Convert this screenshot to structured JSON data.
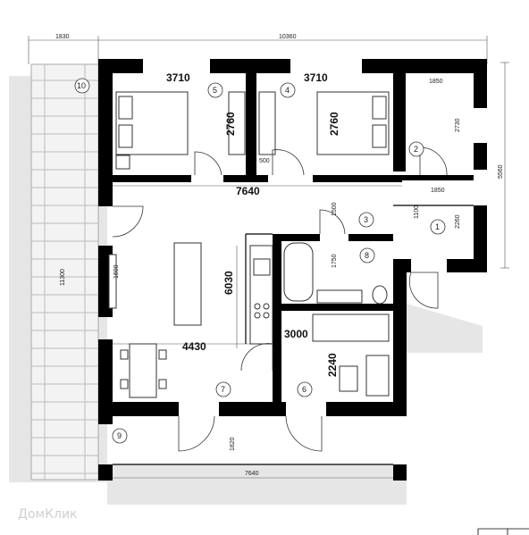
{
  "plan": {
    "overall_dims": {
      "left": "1830",
      "top": "10360",
      "right": "5560",
      "bottom": "7640",
      "left_side": "11300"
    },
    "big_dims": {
      "room5_width": "3710",
      "room4_width": "3710",
      "room5_height": "2760",
      "room4_height": "2760",
      "corridor_width": "7640",
      "living_height": "6030",
      "living_width": "4430",
      "room6_width": "3000",
      "room6_height": "2240"
    },
    "small_dims": {
      "r2_w": "1850",
      "r2_h": "2730",
      "r1_w": "1850",
      "r1_h1": "1100",
      "r1_h2": "2260",
      "door_500": "500",
      "d1500": "1500",
      "d1750": "1750",
      "terrace_1600": "1600",
      "porch_1820": "1820"
    },
    "room_numbers": [
      "1",
      "2",
      "3",
      "4",
      "5",
      "6",
      "7",
      "8",
      "9",
      "10"
    ],
    "watermark": "ДомКлик"
  }
}
